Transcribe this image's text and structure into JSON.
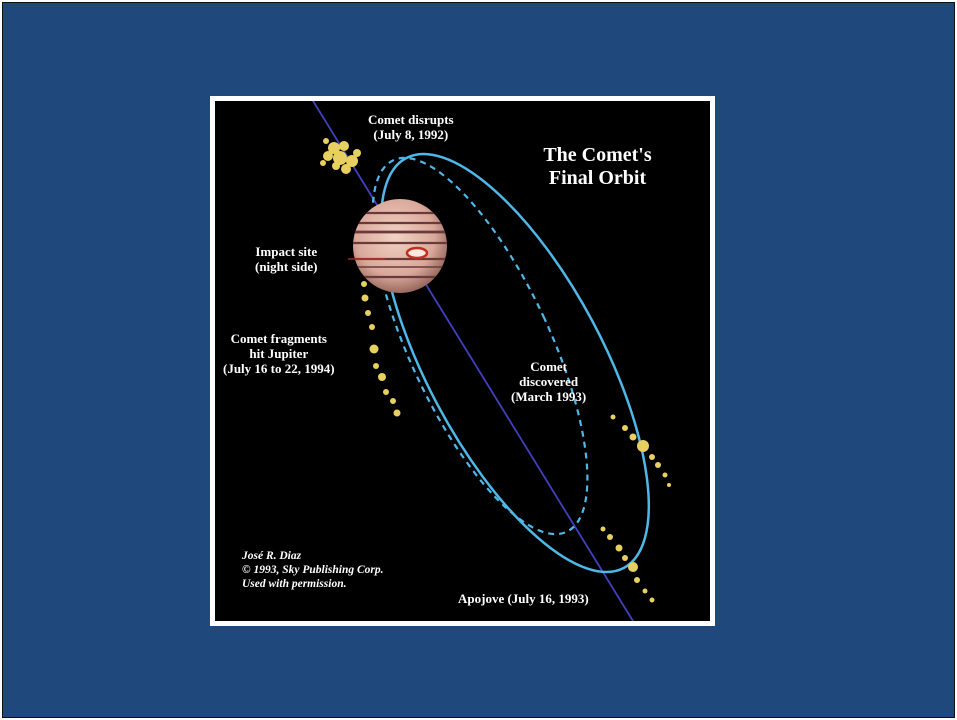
{
  "figure": {
    "title_line1": "The Comet's",
    "title_line2": "Final Orbit",
    "labels": {
      "disrupt_line1": "Comet disrupts",
      "disrupt_line2": "(July 8, 1992)",
      "impact_line1": "Impact site",
      "impact_line2": "(night side)",
      "fragments_line1": "Comet fragments",
      "fragments_line2": "hit Jupiter",
      "fragments_line3": "(July 16 to 22, 1994)",
      "discovered_line1": "Comet",
      "discovered_line2": "discovered",
      "discovered_line3": "(March 1993)",
      "apojove": "Apojove (July 16, 1993)"
    },
    "credit": {
      "line1": "José R. Diaz",
      "line2": "© 1993, Sky Publishing Corp.",
      "line3": "Used with permission."
    },
    "colors": {
      "slide_background": "#1f497d",
      "orbit": "#4fb8e8",
      "jupiter_axis": "#4040c0",
      "fragments": "#e8d060",
      "jupiter_body": "#d9a89a",
      "great_red_spot": "#c03020"
    }
  }
}
